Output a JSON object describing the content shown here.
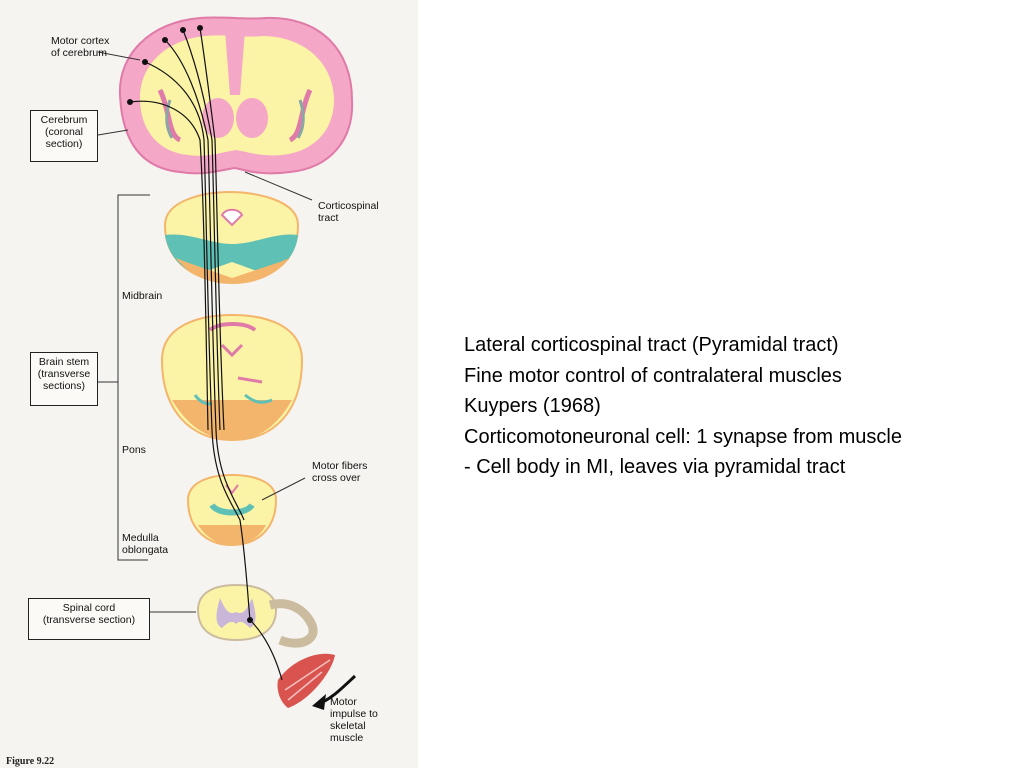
{
  "diagram": {
    "labels": {
      "motor_cortex": "Motor cortex\nof cerebrum",
      "cerebrum_box": "Cerebrum\n(coronal\nsection)",
      "corticospinal_tract": "Corticospinal\ntract",
      "midbrain": "Midbrain",
      "brain_stem_box": "Brain stem\n(transverse\nsections)",
      "pons": "Pons",
      "motor_fibers_cross": "Motor fibers\ncross over",
      "medulla": "Medulla\noblongata",
      "spinal_cord_box": "Spinal cord\n(transverse section)",
      "motor_impulse": "Motor\nimpulse to\nskeletal\nmuscle",
      "figure_caption": "Figure 9.22"
    },
    "colors": {
      "gray_matter": "#f4a7c6",
      "white_matter": "#fbf3a6",
      "cortex_pink": "#ef8fb8",
      "teal": "#5fc0b5",
      "orange": "#f3b56b",
      "nerve_line": "#111111",
      "muscle": "#d9534f"
    }
  },
  "notes": [
    "Lateral corticospinal tract (Pyramidal tract)",
    "Fine motor control of contralateral muscles",
    "Kuypers (1968)",
    "Corticomotoneuronal cell: 1 synapse from muscle",
    "- Cell body in MI, leaves via pyramidal tract"
  ]
}
